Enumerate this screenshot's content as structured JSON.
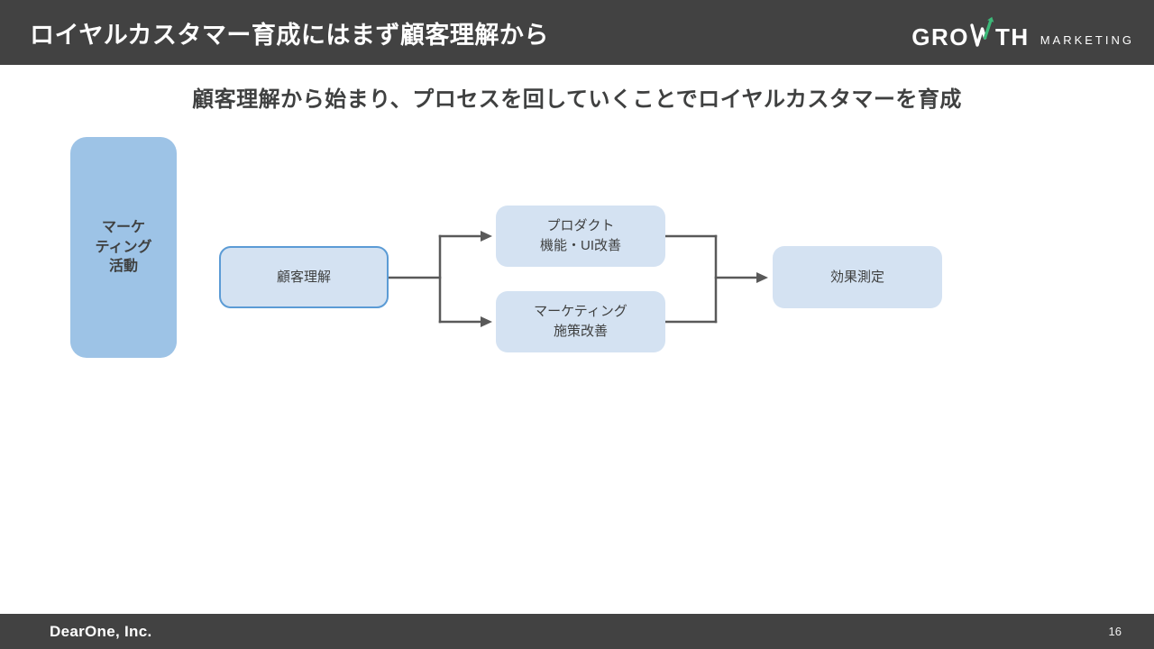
{
  "header": {
    "title": "ロイヤルカスタマー育成にはまず顧客理解から",
    "logo": {
      "growth_left": "GRO",
      "growth_right": "TH",
      "marketing": "MARKETING"
    }
  },
  "subtitle": "顧客理解から始まり、プロセスを回していくことでロイヤルカスタマーを育成",
  "diagram": {
    "activity": {
      "lines": [
        "マーケ",
        "ティング",
        "活動"
      ]
    },
    "customer": {
      "label": "顧客理解"
    },
    "product": {
      "lines": [
        "プロダクト",
        "機能・UI改善"
      ]
    },
    "marketing": {
      "lines": [
        "マーケティング",
        "施策改善"
      ]
    },
    "measure": {
      "label": "効果測定"
    }
  },
  "colors": {
    "header_bg": "#424242",
    "activity_fill": "#9DC3E6",
    "node_fill": "#D4E2F2",
    "customer_border": "#5B9BD5",
    "connector": "#595959",
    "logo_green": "#3CB878",
    "text_dark": "#3F4040"
  },
  "footer": {
    "company": "DearOne, Inc.",
    "page": "16"
  }
}
